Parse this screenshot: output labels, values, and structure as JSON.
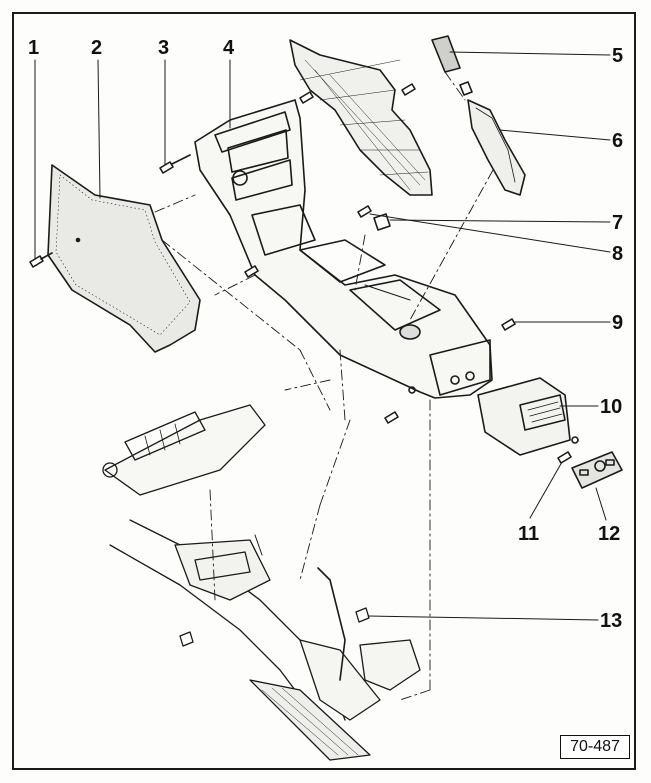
{
  "callouts": [
    "1",
    "2",
    "3",
    "4",
    "5",
    "6",
    "7",
    "8",
    "9",
    "10",
    "11",
    "12",
    "13"
  ],
  "reference": "70-487"
}
